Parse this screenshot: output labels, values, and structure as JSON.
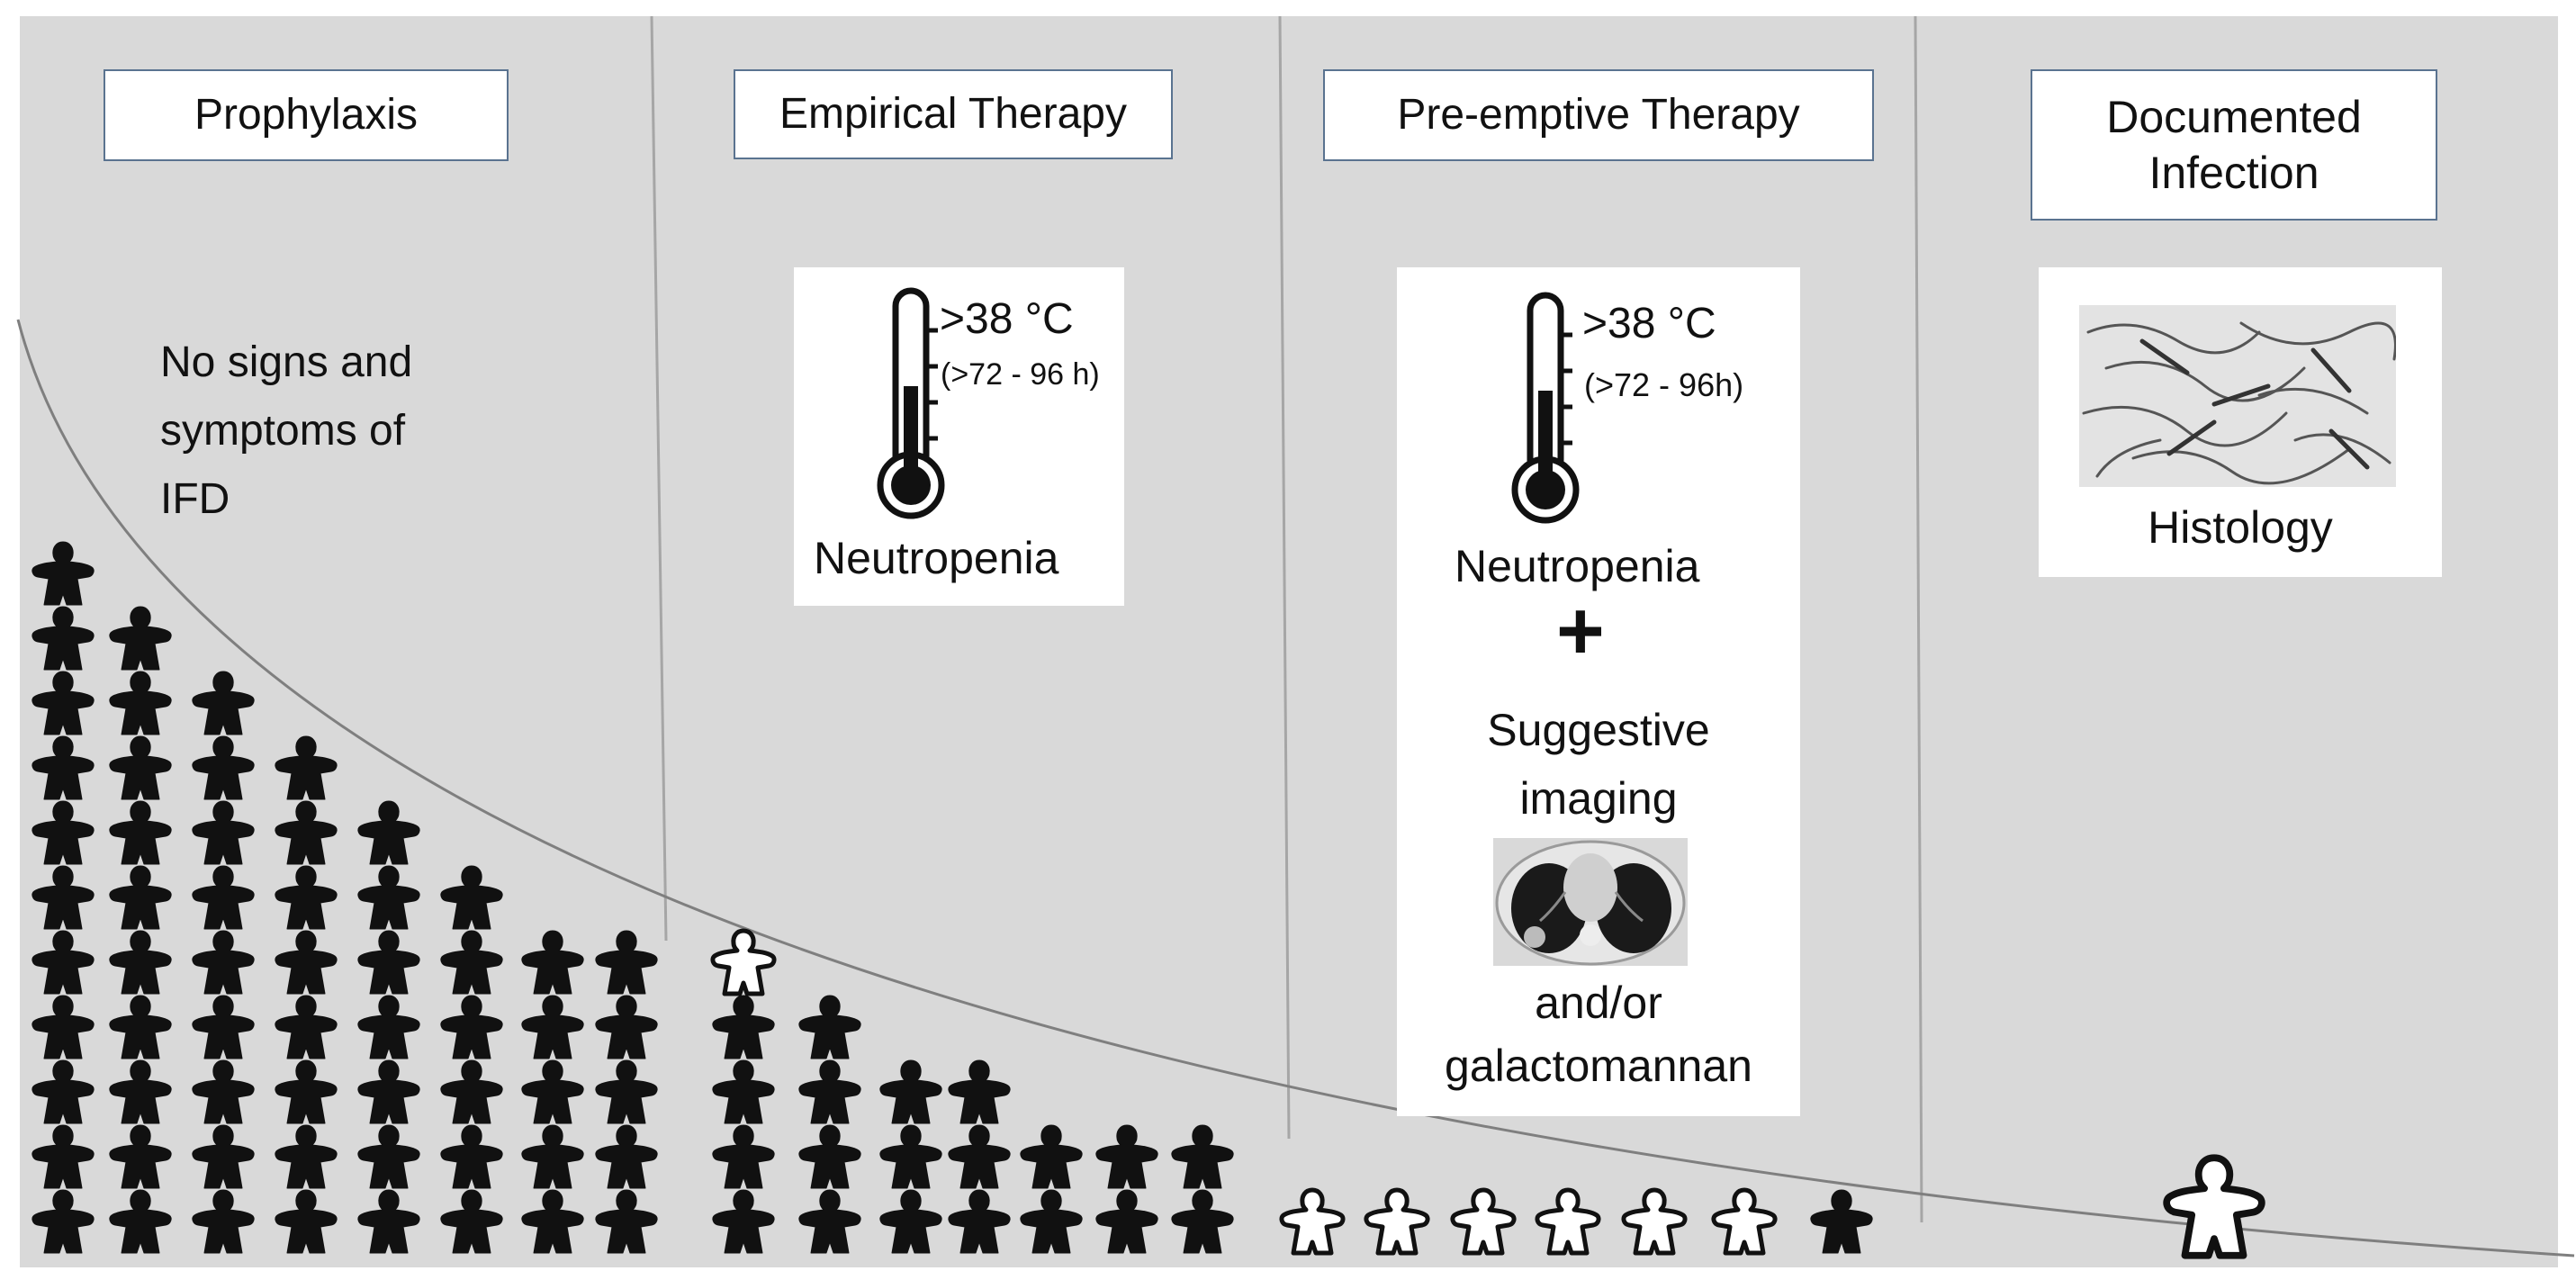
{
  "phases": [
    {
      "id": "prophylaxis",
      "label": "Prophylaxis"
    },
    {
      "id": "empirical",
      "label": "Empirical Therapy"
    },
    {
      "id": "preemptive",
      "label": "Pre-emptive Therapy"
    },
    {
      "id": "documented",
      "label": "Documented Infection"
    }
  ],
  "prophylaxis": {
    "text_lines": [
      "No signs and",
      "symptoms of",
      "IFD"
    ]
  },
  "empirical": {
    "temp": ">38 °C",
    "duration": "(>72 - 96 h)",
    "condition": "Neutropenia"
  },
  "preemptive": {
    "temp": ">38 °C",
    "duration": "(>72 - 96h)",
    "condition": "Neutropenia",
    "plus": "+",
    "imaging_lines": [
      "Suggestive",
      "imaging"
    ],
    "andor_lines": [
      "and/or",
      "galactomannan"
    ]
  },
  "documented": {
    "evidence": "Histology"
  },
  "colors": {
    "panel_bg": "#d9d9d9",
    "divider": "#a6a6a6",
    "box_border": "#5a7390",
    "figure_dark": "#111111",
    "figure_light": "#ffffff"
  },
  "icons": {
    "thermometer": "thermometer-icon",
    "person": "meeple-icon",
    "ct_scan": "chest-ct-image",
    "histology": "histology-image"
  },
  "population": {
    "columns": [
      {
        "black": 11,
        "white": 0
      },
      {
        "black": 10,
        "white": 0
      },
      {
        "black": 9,
        "white": 0
      },
      {
        "black": 8,
        "white": 0
      },
      {
        "black": 7,
        "white": 0
      },
      {
        "black": 6,
        "white": 0
      },
      {
        "black": 5,
        "white": 0
      },
      {
        "black": 5,
        "white": 0
      },
      {
        "black": 4,
        "white": 1
      },
      {
        "black": 4,
        "white": 0
      },
      {
        "black": 3,
        "white": 0
      },
      {
        "black": 3,
        "white": 0
      },
      {
        "black": 2,
        "white": 0
      },
      {
        "black": 2,
        "white": 0
      },
      {
        "black": 2,
        "white": 0
      },
      {
        "black": 0,
        "white": 1
      },
      {
        "black": 0,
        "white": 1
      },
      {
        "black": 0,
        "white": 1
      },
      {
        "black": 0,
        "white": 1
      },
      {
        "black": 0,
        "white": 1
      },
      {
        "black": 0,
        "white": 1
      },
      {
        "black": 1,
        "white": 0
      },
      {
        "black": 0,
        "white": 1
      }
    ]
  }
}
